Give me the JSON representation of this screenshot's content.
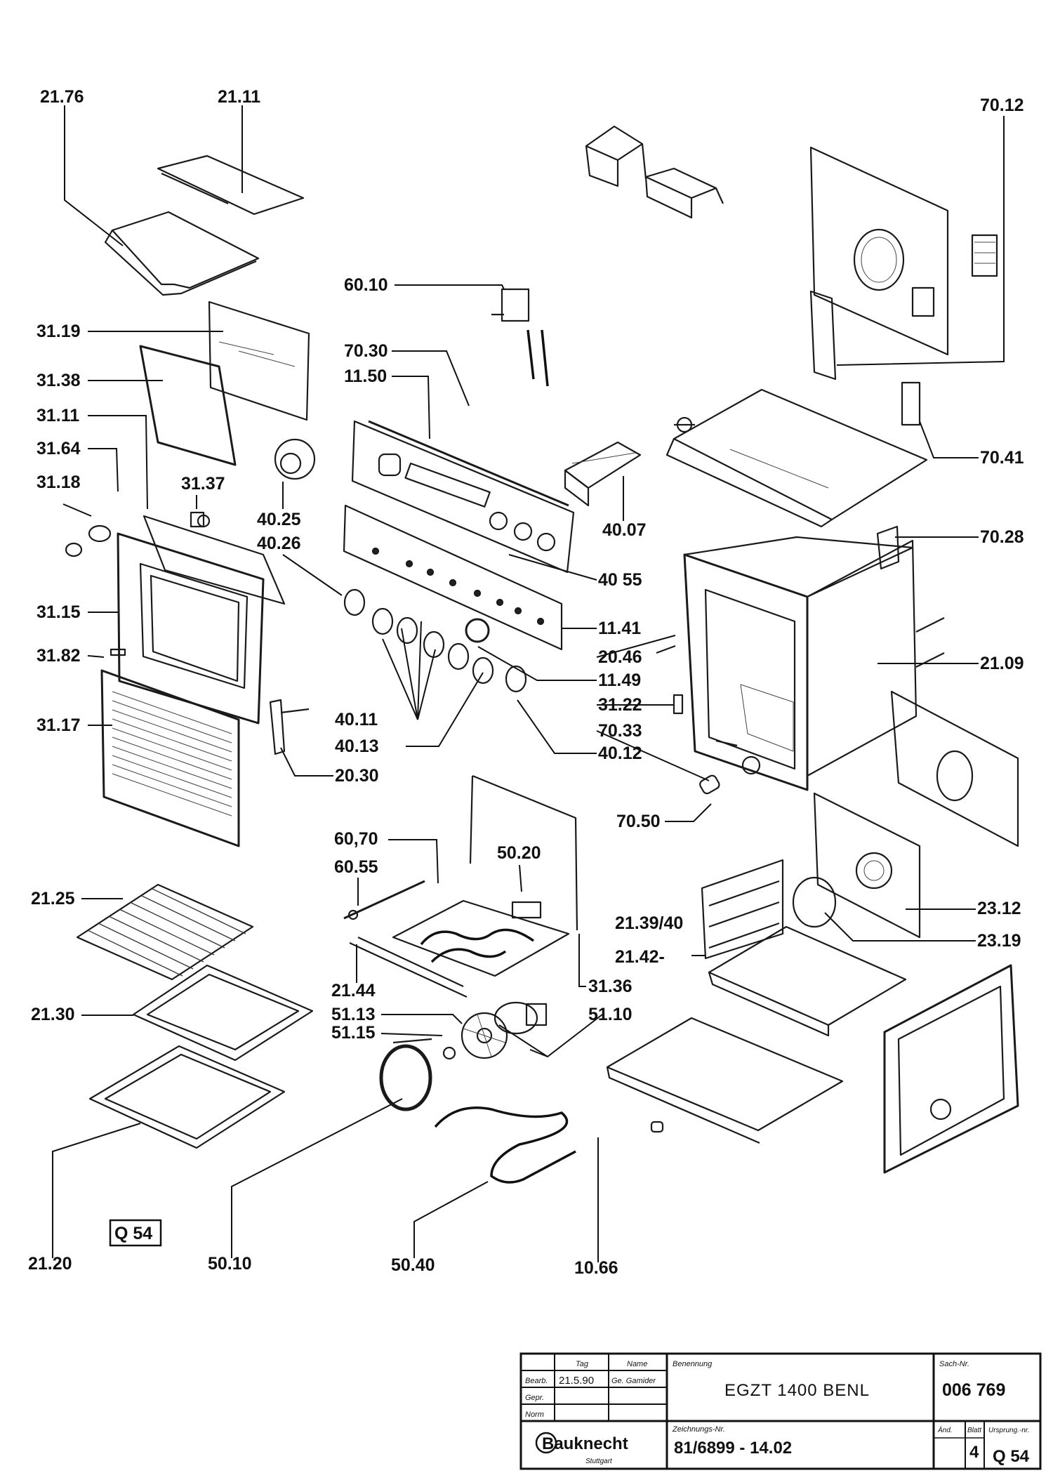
{
  "diagram": {
    "part_labels": [
      "21.76",
      "21.11",
      "70.12",
      "60.10",
      "31.19",
      "70.30",
      "11.50",
      "31.38",
      "31.11",
      "31.64",
      "31.18",
      "31.37",
      "40.25",
      "40.07",
      "70.41",
      "40.26",
      "70.28",
      "40 55",
      "31.15",
      "11.41",
      "20.46",
      "21.09",
      "31.82",
      "11.49",
      "31.22",
      "40.11",
      "70.33",
      "31.17",
      "40.13",
      "40.12",
      "20.30",
      "70.50",
      "60,70",
      "50.20",
      "60.55",
      "21.25",
      "23.12",
      "21.39/40",
      "23.19",
      "21.42-",
      "21.44",
      "31.36",
      "21.30",
      "51.13",
      "51.10",
      "51.15",
      "21.20",
      "50.10",
      "50.40",
      "10.66"
    ],
    "boxed_code": "Q 54"
  },
  "title_block": {
    "col_tag": "Tag",
    "col_name": "Name",
    "col_benennung": "Benennung",
    "col_sach_nr": "Sach-Nr.",
    "row1_label": "Bearb.",
    "row1_date": "21.5.90",
    "row1_name": "Ge. Gamider",
    "row2_label": "Gepr.",
    "row3_label": "Norm",
    "model": "EGZT  1400  BENL",
    "sach_nr": "006 769",
    "zeichnungs_label": "Zeichnungs-Nr.",
    "drawing_no": "81/6899 - 14.02",
    "aend_label": "Änd.",
    "blatt_label": "Blatt",
    "blatt": "4",
    "ursprung_label": "Ursprung.-nr.",
    "ursprung": "Q 54",
    "logo": "Bauknecht",
    "logo_city": "Stuttgart"
  }
}
